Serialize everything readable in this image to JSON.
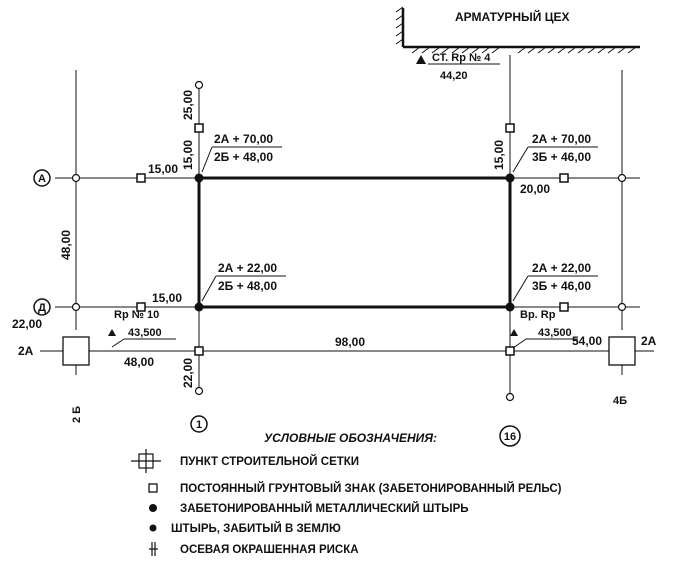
{
  "workshop": {
    "title": "АРМАТУРНЫЙ ЦЕХ",
    "benchmark": "СТ. Rp № 4",
    "benchmark_height": "44,20"
  },
  "axes": {
    "row_a": "А",
    "row_d": "Д",
    "col_1": "1",
    "col_16": "16",
    "grid_2a_left": "2А",
    "grid_2a_right": "2А",
    "grid_2b": "2 Б",
    "grid_4b": "4Б"
  },
  "corners": {
    "top_left_1": "2А + 70,00",
    "top_left_2": "2Б + 48,00",
    "top_right_1": "2А + 70,00",
    "top_right_2": "3Б + 46,00",
    "bottom_left_1": "2А + 22,00",
    "bottom_left_2": "2Б + 48,00",
    "bottom_right_1": "2А + 22,00",
    "bottom_right_2": "3Б + 46,00"
  },
  "dimensions": {
    "d_25": "25,00",
    "d_15_top_left": "15,00",
    "d_15_left_a": "15,00",
    "d_15_top_right": "15,00",
    "d_20": "20,00",
    "d_48_vert": "48,00",
    "d_15_left_d": "15,00",
    "d_22_left": "22,00",
    "d_48_bottom": "48,00",
    "d_98": "98,00",
    "d_22_vert": "22,00",
    "d_54": "54,00"
  },
  "benchmarks": {
    "rp10": "Rp № 10",
    "rp10_height": "43,500",
    "vr_rp": "Вр. Rp",
    "vr_rp_height": "43,500"
  },
  "legend": {
    "title": "УСЛОВНЫЕ ОБОЗНАЧЕНИЯ:",
    "items": [
      {
        "symbol": "grid-point",
        "label": "ПУНКТ СТРОИТЕЛЬНОЙ СЕТКИ"
      },
      {
        "symbol": "open-square",
        "label": "ПОСТОЯННЫЙ ГРУНТОВЫЙ ЗНАК (ЗАБЕТОНИРОВАННЫЙ РЕЛЬС)"
      },
      {
        "symbol": "filled-dot",
        "label": "ЗАБЕТОНИРОВАННЫЙ МЕТАЛЛИЧЕСКИЙ ШТЫРЬ"
      },
      {
        "symbol": "filled-dot",
        "label": "ШТЫРЬ,   ЗАБИТЫЙ В ЗЕМЛЮ"
      },
      {
        "symbol": "axis-mark",
        "label": "ОСЕВАЯ  ОКРАШЕННАЯ  РИСКА"
      }
    ]
  },
  "colors": {
    "ink": "#111111",
    "background": "#ffffff"
  }
}
